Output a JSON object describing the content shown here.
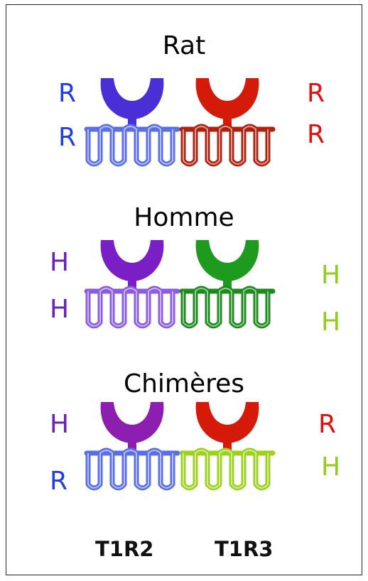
{
  "panels": [
    {
      "title": "Rat",
      "left_labels": [
        {
          "text": "R",
          "color": "#1f3fe0"
        },
        {
          "text": "R",
          "color": "#1f3fe0"
        }
      ],
      "right_labels": [
        {
          "text": "R",
          "color": "#e01010"
        },
        {
          "text": "R",
          "color": "#e01010"
        }
      ],
      "t1r2": {
        "head_color": "#4a2ed6",
        "tm_color": "#5a6fe6"
      },
      "t1r3": {
        "head_color": "#d41a08",
        "tm_color": "#b0200e"
      }
    },
    {
      "title": "Homme",
      "left_labels": [
        {
          "text": "H",
          "color": "#6a22b8"
        },
        {
          "text": "H",
          "color": "#6a22b8"
        }
      ],
      "right_labels": [
        {
          "text": "H",
          "color": "#8fce1a"
        },
        {
          "text": "H",
          "color": "#8fce1a"
        }
      ],
      "t1r2": {
        "head_color": "#7a1fc6",
        "tm_color": "#8b5be0"
      },
      "t1r3": {
        "head_color": "#1e9b1e",
        "tm_color": "#1c8a1c"
      }
    },
    {
      "title": "Chimères",
      "left_labels": [
        {
          "text": "H",
          "color": "#6a22b8"
        },
        {
          "text": "R",
          "color": "#1f3fe0"
        }
      ],
      "right_labels": [
        {
          "text": "R",
          "color": "#e01010"
        },
        {
          "text": "H",
          "color": "#8fce1a"
        }
      ],
      "t1r2": {
        "head_color": "#8d1fb0",
        "tm_color": "#5a6fe6"
      },
      "t1r3": {
        "head_color": "#d41a08",
        "tm_color": "#9ed01e"
      }
    }
  ],
  "axis_labels": {
    "left": "T1R2",
    "right": "T1R3"
  }
}
